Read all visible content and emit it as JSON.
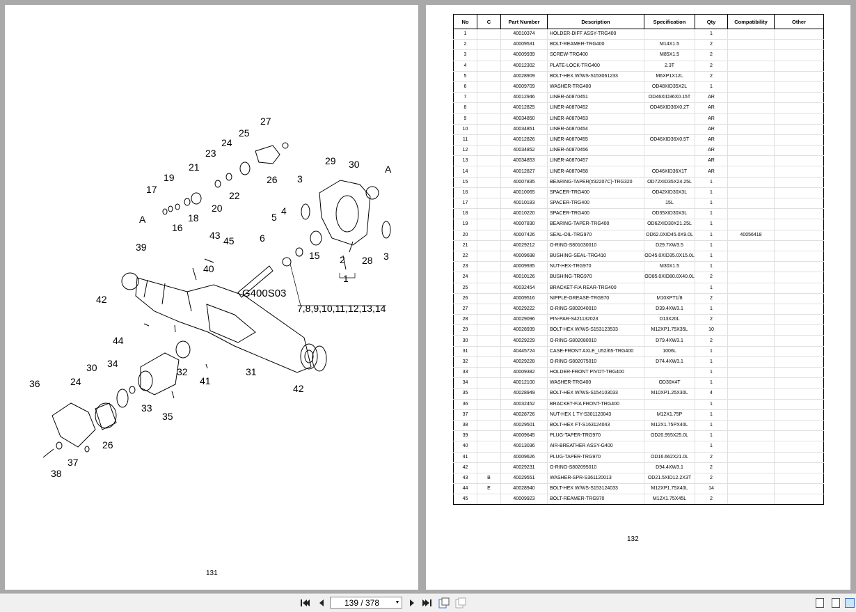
{
  "left_page": {
    "page_number": "131",
    "diagram_labels": {
      "l27": "27",
      "l25": "25",
      "l24": "24",
      "l23": "23",
      "l21": "21",
      "l19": "19",
      "l17": "17",
      "lA1": "A",
      "l16": "16",
      "l18": "18",
      "l20": "20",
      "l22": "22",
      "l26a": "26",
      "l29": "29",
      "l30a": "30",
      "lA2": "A",
      "l3a": "3",
      "l5": "5",
      "l4": "4",
      "l15": "15",
      "l3b": "3",
      "l28": "28",
      "l2": "2",
      "l1": "1",
      "l43": "43",
      "l45": "45",
      "l39": "39",
      "l40": "40",
      "l6": "6",
      "lG400": "G400S03",
      "lrange": "7,8,9,10,11,12,13,14",
      "l42a": "42",
      "l44": "44",
      "l30b": "30",
      "l34": "34",
      "l32": "32",
      "l41": "41",
      "l31": "31",
      "l42b": "42",
      "l36": "36",
      "l24b": "24",
      "l33": "33",
      "l35": "35",
      "l26b": "26",
      "l37": "37",
      "l38": "38"
    }
  },
  "right_page": {
    "page_number": "132",
    "columns": [
      "No",
      "C",
      "Part Number",
      "Description",
      "Specification",
      "Qty",
      "Compatibility",
      "Other"
    ],
    "rows": [
      [
        "1",
        "",
        "40010374",
        "HOLDER-DIFF ASSY-TRG400",
        "",
        "1",
        "",
        ""
      ],
      [
        "2",
        "",
        "40009531",
        "BOLT-REAMER-TRG400",
        "M14X1.5",
        "2",
        "",
        ""
      ],
      [
        "3",
        "",
        "40009939",
        "SCREW-TRG400",
        "M85X1.5",
        "2",
        "",
        ""
      ],
      [
        "4",
        "",
        "40012302",
        "PLATE-LOCK-TRG400",
        "2.3T",
        "2",
        "",
        ""
      ],
      [
        "5",
        "",
        "40028909",
        "BOLT-HEX W/WS-S153061233",
        "M6XP1X12L",
        "2",
        "",
        ""
      ],
      [
        "6",
        "",
        "40009709",
        "WASHER-TRG400",
        "OD48XID35X2L",
        "1",
        "",
        ""
      ],
      [
        "7",
        "",
        "40012946",
        "LINER-A0870451",
        "OD46XID36X0.15T",
        "AR",
        "",
        ""
      ],
      [
        "8",
        "",
        "40012825",
        "LINER-A0870452",
        "OD46XID36X0.2T",
        "AR",
        "",
        ""
      ],
      [
        "9",
        "",
        "40034850",
        "LINER-A0870453",
        "",
        "AR",
        "",
        ""
      ],
      [
        "10",
        "",
        "40034851",
        "LINER-A0870454",
        "",
        "AR",
        "",
        ""
      ],
      [
        "11",
        "",
        "40012826",
        "LINER-A0870455",
        "OD46XID36X0.5T",
        "AR",
        "",
        ""
      ],
      [
        "12",
        "",
        "40034852",
        "LINER-A0870456",
        "",
        "AR",
        "",
        ""
      ],
      [
        "13",
        "",
        "40034853",
        "LINER-A0870457",
        "",
        "AR",
        "",
        ""
      ],
      [
        "14",
        "",
        "40012827",
        "LINER-A0870458",
        "OD46XID36X1T",
        "AR",
        "",
        ""
      ],
      [
        "15",
        "",
        "40007835",
        "BEARING-TAPER(#32207C)-TRG320",
        "OD72XID35X24.25L",
        "1",
        "",
        ""
      ],
      [
        "16",
        "",
        "40010065",
        "SPACER-TRG400",
        "OD42XID30X3L",
        "1",
        "",
        ""
      ],
      [
        "17",
        "",
        "40010183",
        "SPACER-TRG400",
        "15L",
        "1",
        "",
        ""
      ],
      [
        "18",
        "",
        "40010220",
        "SPACER-TRG400",
        "OD35XID30X3L",
        "1",
        "",
        ""
      ],
      [
        "19",
        "",
        "40007830",
        "BEARING-TAPER-TRG400",
        "OD62XID30X21.25L",
        "1",
        "",
        ""
      ],
      [
        "20",
        "",
        "40007426",
        "SEAL-OIL-TRG970",
        "OD62.0XID45.0X9.0L",
        "1",
        "40056418",
        ""
      ],
      [
        "21",
        "",
        "40029212",
        "O-RING-S801030010",
        "D29.7XW3.5",
        "1",
        "",
        ""
      ],
      [
        "22",
        "",
        "40009698",
        "BUSHING-SEAL-TRG410",
        "OD45.0XID35.0X15.0L",
        "1",
        "",
        ""
      ],
      [
        "23",
        "",
        "40009935",
        "NUT-HEX-TRG970",
        "M30X1.5",
        "1",
        "",
        ""
      ],
      [
        "24",
        "",
        "40010126",
        "BUSHING-TRG970",
        "OD85.0XID80.0X40.0L",
        "2",
        "",
        ""
      ],
      [
        "25",
        "",
        "40032454",
        "BRACKET-F/A REAR-TRG400",
        "",
        "1",
        "",
        ""
      ],
      [
        "26",
        "",
        "40009516",
        "NIPPLE-GREASE-TRG970",
        "M10XPT1/8",
        "2",
        "",
        ""
      ],
      [
        "27",
        "",
        "40029222",
        "O-RING-S802040010",
        "D39.4XW3.1",
        "1",
        "",
        ""
      ],
      [
        "28",
        "",
        "40029096",
        "PIN-PAR-S421132023",
        "D13X20L",
        "2",
        "",
        ""
      ],
      [
        "29",
        "",
        "40028939",
        "BOLT-HEX W/WS-S153123533",
        "M12XP1.75X35L",
        "10",
        "",
        ""
      ],
      [
        "30",
        "",
        "40029229",
        "O-RING-S802080010",
        "D79.4XW3.1",
        "2",
        "",
        ""
      ],
      [
        "31",
        "",
        "40445724",
        "CASE-FRONT AXLE_U52/65-TRG400",
        "1006L",
        "1",
        "",
        ""
      ],
      [
        "32",
        "",
        "40029228",
        "O-RING-S802075010",
        "D74.4XW3.1",
        "1",
        "",
        ""
      ],
      [
        "33",
        "",
        "40009382",
        "HOLDER-FRONT PIVOT-TRG400",
        "",
        "1",
        "",
        ""
      ],
      [
        "34",
        "",
        "40012100",
        "WASHER-TRG400",
        "OD30X4T",
        "1",
        "",
        ""
      ],
      [
        "35",
        "",
        "40028949",
        "BOLT-HEX W/WS-S154103033",
        "M10XP1.25X30L",
        "4",
        "",
        ""
      ],
      [
        "36",
        "",
        "40032452",
        "BRACKET-F/A FRONT-TRG400",
        "",
        "1",
        "",
        ""
      ],
      [
        "37",
        "",
        "40028726",
        "NUT-HEX 1 TY-S301120043",
        "M12X1.75P",
        "1",
        "",
        ""
      ],
      [
        "38",
        "",
        "40029501",
        "BOLT-HEX FT-S163124043",
        "M12X1.75PX40L",
        "1",
        "",
        ""
      ],
      [
        "39",
        "",
        "40009645",
        "PLUG-TAPER-TRG970",
        "OD20.955X25.0L",
        "1",
        "",
        ""
      ],
      [
        "40",
        "",
        "40013036",
        "AIR-BREATHER ASSY-G400",
        "",
        "1",
        "",
        ""
      ],
      [
        "41",
        "",
        "40009626",
        "PLUG-TAPER-TRG970",
        "OD16.662X21.0L",
        "2",
        "",
        ""
      ],
      [
        "42",
        "",
        "40029231",
        "O-RING-S802095010",
        "D94.4XW3.1",
        "2",
        "",
        ""
      ],
      [
        "43",
        "B",
        "40029551",
        "WASHER-SPR-S361120013",
        "OD21.5XID12.2X3T",
        "2",
        "",
        ""
      ],
      [
        "44",
        "E",
        "40028940",
        "BOLT-HEX W/WS-S153124033",
        "M12XP1.75X40L",
        "14",
        "",
        ""
      ],
      [
        "45",
        "",
        "40009923",
        "BOLT-REAMER-TRG970",
        "M12X1.75X45L",
        "2",
        "",
        ""
      ]
    ]
  },
  "toolbar": {
    "page_indicator": "139 / 378",
    "first_icon": "first-page-icon",
    "prev_icon": "previous-page-icon",
    "next_icon": "next-page-icon",
    "last_icon": "last-page-icon"
  }
}
